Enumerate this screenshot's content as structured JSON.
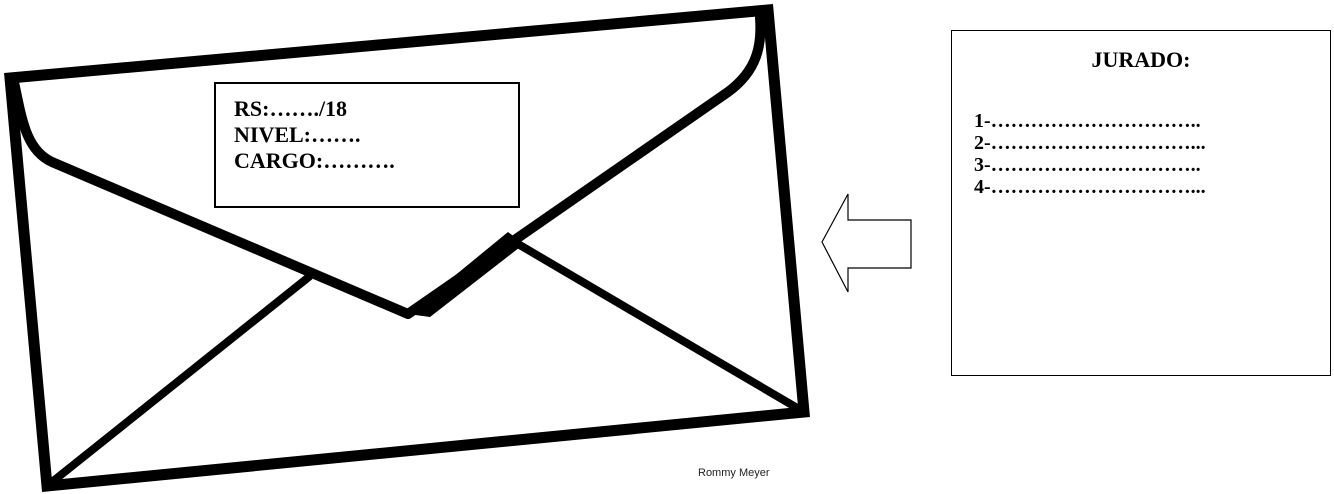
{
  "envelope": {
    "label": {
      "rs": "RS:……./18",
      "nivel": "NIVEL:…….",
      "cargo": "CARGO:………."
    },
    "credit": "Rommy Meyer"
  },
  "jurado": {
    "title": "JURADO:",
    "items": [
      "1-…………………………..",
      "2-…………………………...",
      "3-…………………………..",
      "4-…………………………..."
    ]
  },
  "icons": {
    "envelope": "envelope-icon",
    "arrow": "arrow-left-icon"
  },
  "colors": {
    "stroke": "#000000",
    "background": "#ffffff"
  }
}
